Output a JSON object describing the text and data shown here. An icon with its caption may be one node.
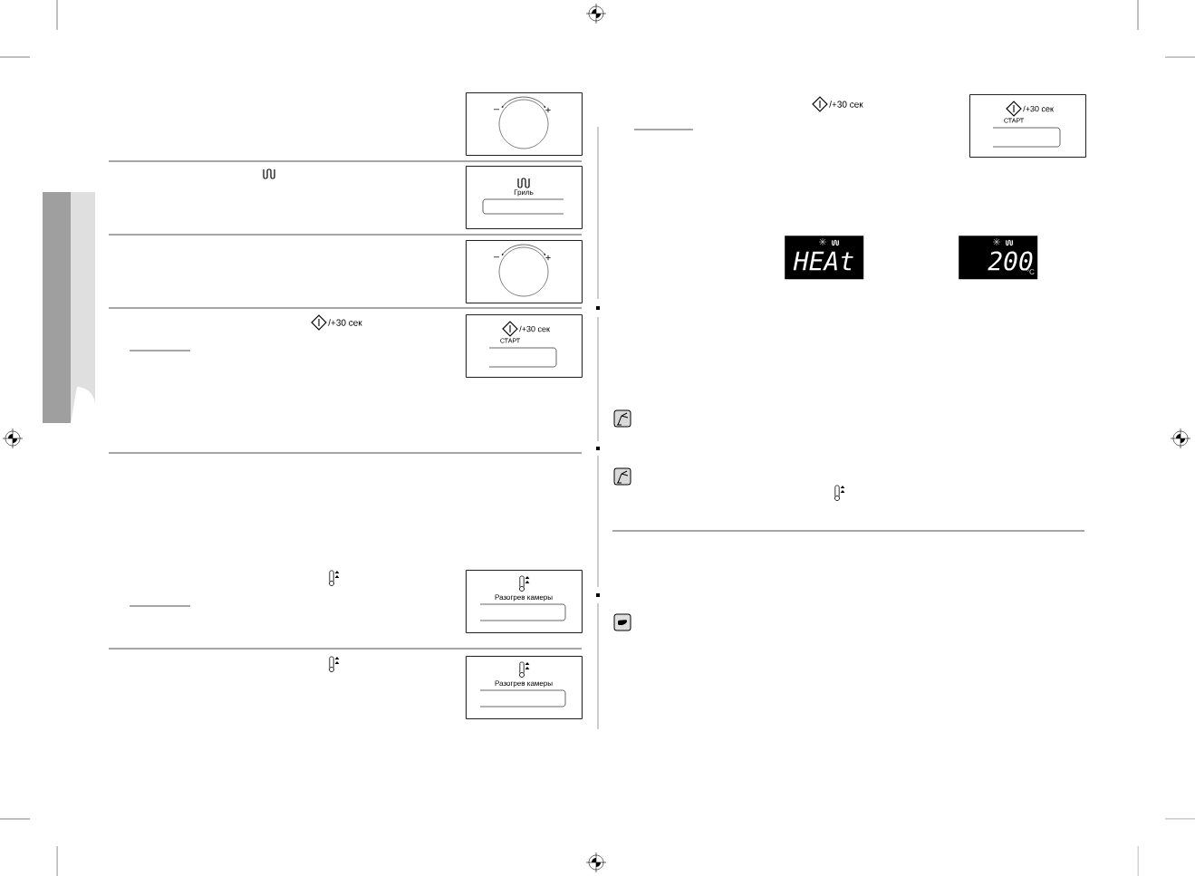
{
  "diagram": {
    "nodes": [
      {
        "text": [
          "–",
          "+"
        ]
      },
      {
        "text": [
          "Гриль"
        ]
      },
      {
        "text": [
          "–",
          "+"
        ]
      },
      {
        "text": [
          "/+30 сек",
          "СТАРТ"
        ]
      },
      {
        "text": [
          "Разогрев камеры"
        ]
      },
      {
        "text": [
          "Разогрев камеры"
        ]
      },
      {
        "text": [
          "/+30 сек",
          "СТАРТ"
        ]
      },
      {
        "text": [
          "HEAt"
        ]
      },
      {
        "text": [
          "200",
          "°C"
        ]
      }
    ],
    "labels": [
      "/+30 сек",
      "/+30 сек"
    ]
  }
}
